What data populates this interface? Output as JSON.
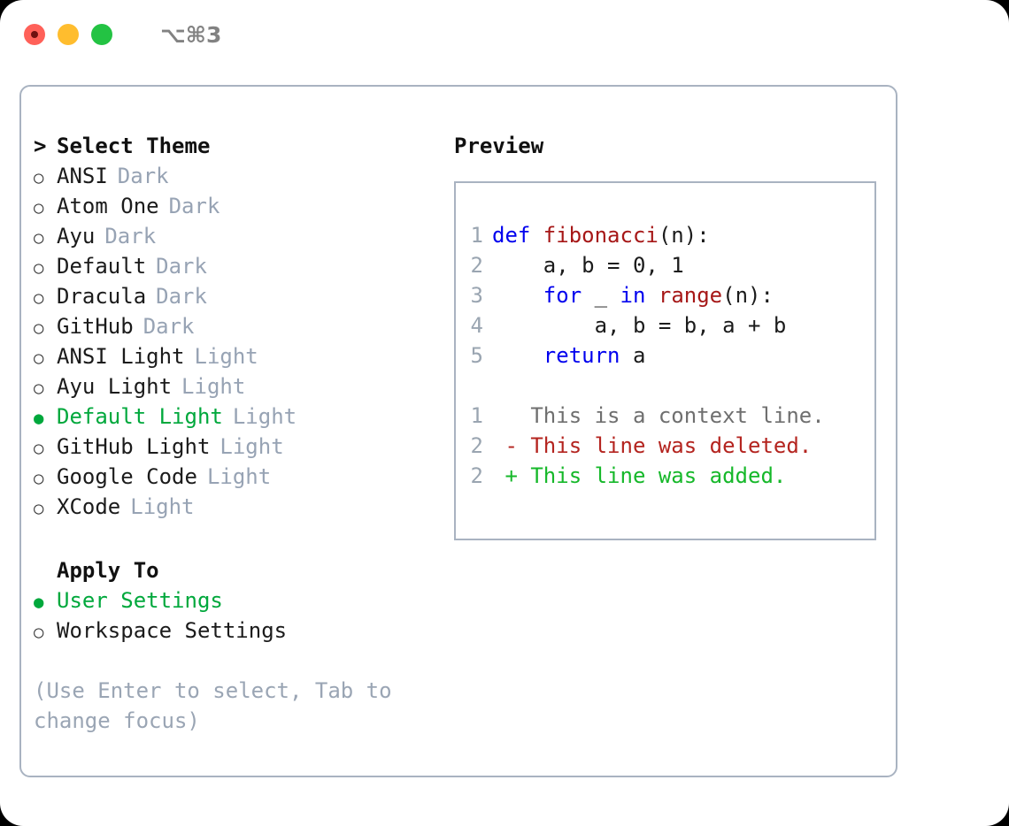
{
  "window": {
    "shortcut": "⌥⌘3",
    "traffic_lights": [
      "close-red",
      "minimize-yellow",
      "maximize-green"
    ]
  },
  "theme_picker": {
    "prompt_marker": ">",
    "heading": "Select Theme",
    "radio_off": "○",
    "radio_on": "●",
    "items": [
      {
        "label": "ANSI",
        "tag": "Dark",
        "selected": false
      },
      {
        "label": "Atom One",
        "tag": "Dark",
        "selected": false
      },
      {
        "label": "Ayu",
        "tag": "Dark",
        "selected": false
      },
      {
        "label": "Default",
        "tag": "Dark",
        "selected": false
      },
      {
        "label": "Dracula",
        "tag": "Dark",
        "selected": false
      },
      {
        "label": "GitHub",
        "tag": "Dark",
        "selected": false
      },
      {
        "label": "ANSI Light",
        "tag": "Light",
        "selected": false
      },
      {
        "label": "Ayu Light",
        "tag": "Light",
        "selected": false
      },
      {
        "label": "Default Light",
        "tag": "Light",
        "selected": true
      },
      {
        "label": "GitHub Light",
        "tag": "Light",
        "selected": false
      },
      {
        "label": "Google Code",
        "tag": "Light",
        "selected": false
      },
      {
        "label": "XCode",
        "tag": "Light",
        "selected": false
      }
    ]
  },
  "apply_to": {
    "heading": "Apply To",
    "options": [
      {
        "label": "User Settings",
        "selected": true
      },
      {
        "label": "Workspace Settings",
        "selected": false
      }
    ]
  },
  "hint": "(Use Enter to select, Tab to change focus)",
  "preview": {
    "title": "Preview",
    "code_lines": [
      {
        "number": "1",
        "tokens": [
          {
            "text": "def ",
            "type": "kw"
          },
          {
            "text": "fibonacci",
            "type": "fn"
          },
          {
            "text": "(n):",
            "type": "plain"
          }
        ]
      },
      {
        "number": "2",
        "tokens": [
          {
            "text": "    a, b = 0, 1",
            "type": "plain"
          }
        ]
      },
      {
        "number": "3",
        "tokens": [
          {
            "text": "    ",
            "type": "plain"
          },
          {
            "text": "for",
            "type": "kw"
          },
          {
            "text": " _ ",
            "type": "plain"
          },
          {
            "text": "in",
            "type": "kw"
          },
          {
            "text": " ",
            "type": "plain"
          },
          {
            "text": "range",
            "type": "fn"
          },
          {
            "text": "(n):",
            "type": "plain"
          }
        ]
      },
      {
        "number": "4",
        "tokens": [
          {
            "text": "        a, b = b, a + b",
            "type": "plain"
          }
        ]
      },
      {
        "number": "5",
        "tokens": [
          {
            "text": "    ",
            "type": "plain"
          },
          {
            "text": "return",
            "type": "kw"
          },
          {
            "text": " a",
            "type": "plain"
          }
        ]
      }
    ],
    "diff_lines": [
      {
        "number": "1",
        "sign": " ",
        "text": " This is a context line.",
        "kind": "context"
      },
      {
        "number": "2",
        "sign": "-",
        "text": " This line was deleted.",
        "kind": "deleted"
      },
      {
        "number": "2",
        "sign": "+",
        "text": " This line was added.",
        "kind": "added"
      }
    ]
  },
  "colors": {
    "accent_green": "#00a83c",
    "tag_gray": "#97a3b4",
    "border": "#a9b3c1",
    "keyword_blue": "#0000ee",
    "function_red": "#a61717",
    "diff_deleted": "#b4241f",
    "diff_added": "#16b82a",
    "line_number": "#9aa5b1"
  }
}
